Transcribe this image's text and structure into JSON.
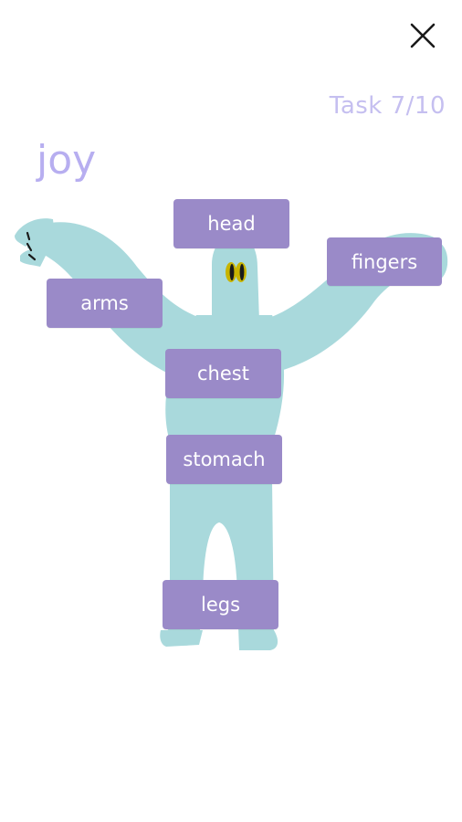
{
  "header": {
    "task_counter": "Task 7/10",
    "close_icon": "close-icon"
  },
  "emotion": {
    "label": "joy"
  },
  "figure": {
    "body_color": "#a9d9dc",
    "eye_color": "#c8b400"
  },
  "body_parts": {
    "head": "head",
    "fingers": "fingers",
    "arms": "arms",
    "chest": "chest",
    "stomach": "stomach",
    "legs": "legs"
  },
  "colors": {
    "button_bg": "#9a8ac8",
    "accent_text": "#b7aef0"
  }
}
